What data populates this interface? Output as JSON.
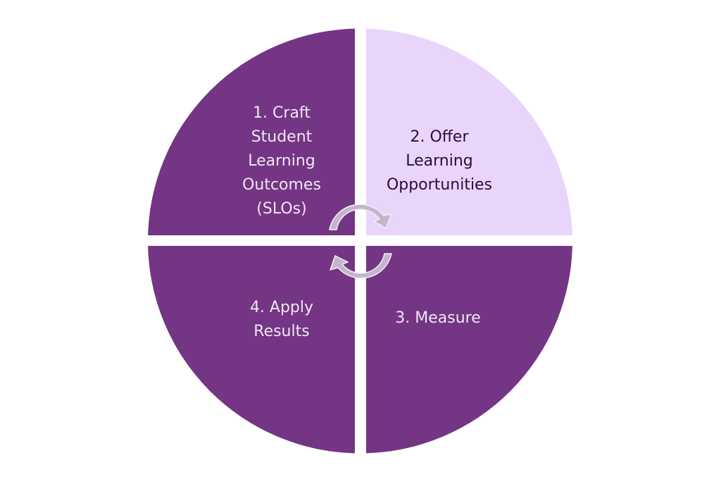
{
  "diagram": {
    "type": "cycle-quadrant",
    "colors": {
      "dark_quadrant": "#743584",
      "light_quadrant": "#e9d5f9",
      "arrow_fill": "#c3b6cc",
      "arrow_stroke": "#f2eef5",
      "text_light": "#efe7f3",
      "text_dark": "#2c0b40",
      "background": "#ffffff"
    },
    "quadrants": [
      {
        "position": "top-left",
        "step": 1,
        "lines": [
          "1. Craft",
          "Student",
          "Learning",
          "Outcomes",
          "(SLOs)"
        ]
      },
      {
        "position": "top-right",
        "step": 2,
        "lines": [
          "2. Offer",
          "Learning",
          "Opportunities"
        ]
      },
      {
        "position": "bottom-right",
        "step": 3,
        "lines": [
          "3. Measure"
        ]
      },
      {
        "position": "bottom-left",
        "step": 4,
        "lines": [
          "4. Apply",
          "Results"
        ]
      }
    ],
    "center_icon": "circular-arrows-icon"
  }
}
